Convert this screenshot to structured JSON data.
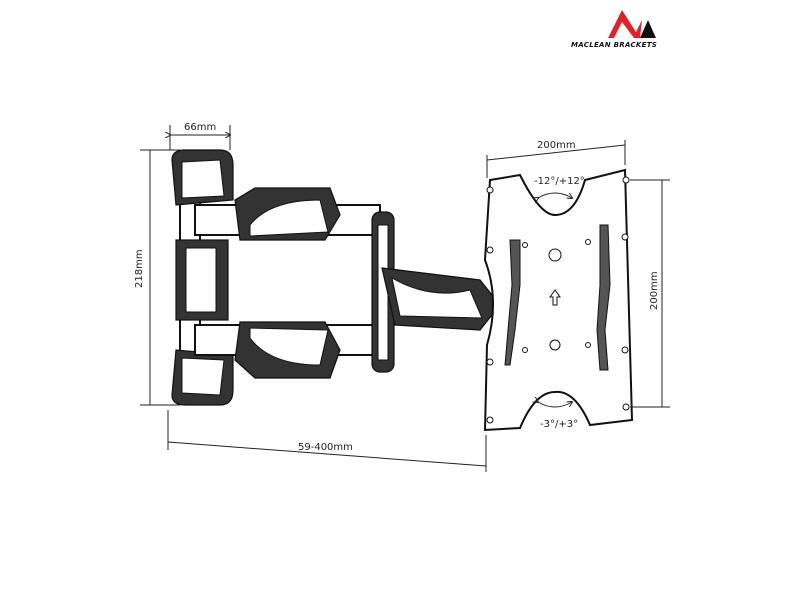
{
  "logo": {
    "brand": "MACLEAN BRACKETS",
    "colors": {
      "red": "#e3202a",
      "black": "#111111"
    }
  },
  "dimensions": {
    "wall_plate_width": "66mm",
    "wall_plate_height": "218mm",
    "extension": "59-400mm",
    "vesa_width": "200mm",
    "vesa_height": "200mm"
  },
  "tilt": {
    "swivel_top": "-12°/+12°",
    "rotation_bottom": "-3°/+3°"
  }
}
